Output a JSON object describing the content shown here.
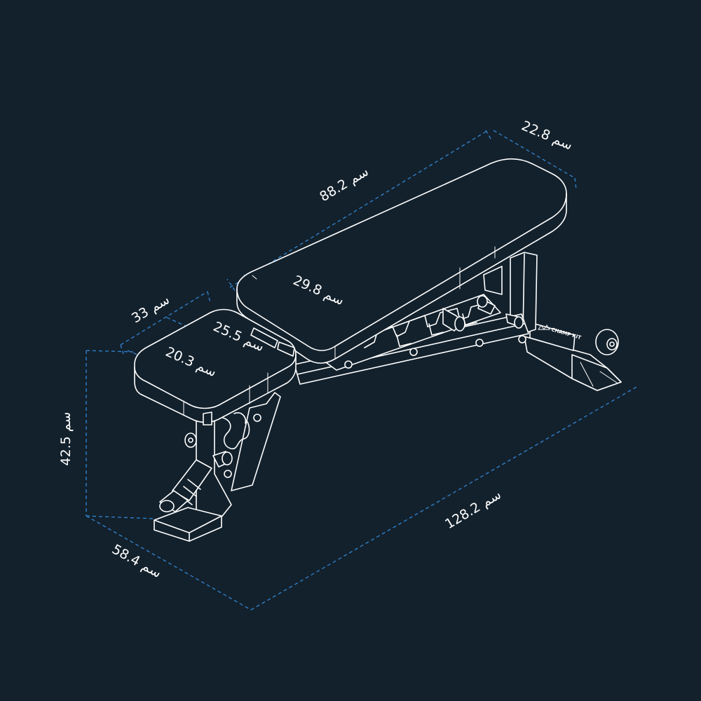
{
  "colors": {
    "background": "#13212c",
    "line": "#ffffff",
    "dimension": "#2f7fc8"
  },
  "brand": {
    "name": "CHAMP KIT"
  },
  "dimensions": {
    "backrest_length": "88.2 سم",
    "backrest_width": "22.8 سم",
    "backrest_inner_width": "29.8 سم",
    "seat_depth": "33 سم",
    "seat_top_width": "25.5 سم",
    "seat_front_width": "20.3 سم",
    "height": "42.5 سم",
    "overall_length": "128.2 سم",
    "base_width": "58.4 سم"
  }
}
